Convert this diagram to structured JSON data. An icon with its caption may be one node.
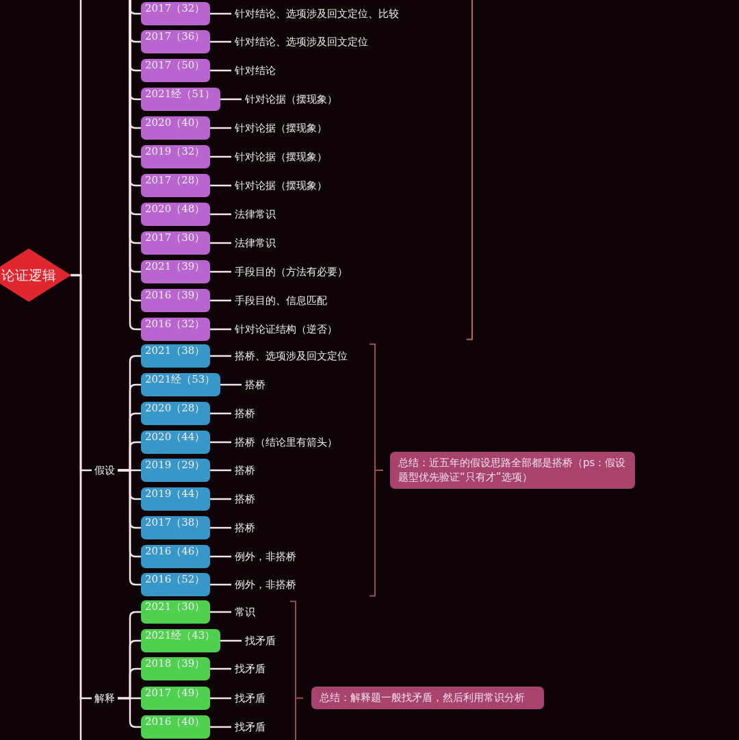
{
  "diagram": {
    "nodes": [
      {
        "text": [
          "论证逻辑"
        ]
      },
      {
        "text": [
          "2017（32）"
        ]
      },
      {
        "text": [
          "针对结论、选项涉及回文定位、比较"
        ]
      },
      {
        "text": [
          "2017（36）"
        ]
      },
      {
        "text": [
          "针对结论、选项涉及回文定位"
        ]
      },
      {
        "text": [
          "2017（50）"
        ]
      },
      {
        "text": [
          "针对结论"
        ]
      },
      {
        "text": [
          "2021经（51）"
        ]
      },
      {
        "text": [
          "针对论据（摆现象）"
        ]
      },
      {
        "text": [
          "2020（40）"
        ]
      },
      {
        "text": [
          "针对论据（摆现象）"
        ]
      },
      {
        "text": [
          "2019（32）"
        ]
      },
      {
        "text": [
          "针对论据（摆现象）"
        ]
      },
      {
        "text": [
          "2017（28）"
        ]
      },
      {
        "text": [
          "针对论据（摆现象）"
        ]
      },
      {
        "text": [
          "2020（48）"
        ]
      },
      {
        "text": [
          "法律常识"
        ]
      },
      {
        "text": [
          "2017（30）"
        ]
      },
      {
        "text": [
          "法律常识"
        ]
      },
      {
        "text": [
          "2021（39）"
        ]
      },
      {
        "text": [
          "手段目的（方法有必要）"
        ]
      },
      {
        "text": [
          "2016（39）"
        ]
      },
      {
        "text": [
          "手段目的、信息匹配"
        ]
      },
      {
        "text": [
          "2016（32）"
        ]
      },
      {
        "text": [
          "针对论证结构（逆否）"
        ]
      },
      {
        "text": [
          "假设"
        ]
      },
      {
        "text": [
          "2021（38）"
        ]
      },
      {
        "text": [
          "搭桥、选项涉及回文定位"
        ]
      },
      {
        "text": [
          "2021经（53）"
        ]
      },
      {
        "text": [
          "搭桥"
        ]
      },
      {
        "text": [
          "2020（28）"
        ]
      },
      {
        "text": [
          "搭桥"
        ]
      },
      {
        "text": [
          "2020（44）"
        ]
      },
      {
        "text": [
          "搭桥（结论里有箭头）"
        ]
      },
      {
        "text": [
          "2019（29）"
        ]
      },
      {
        "text": [
          "搭桥"
        ]
      },
      {
        "text": [
          "2019（44）"
        ]
      },
      {
        "text": [
          "搭桥"
        ]
      },
      {
        "text": [
          "2017（38）"
        ]
      },
      {
        "text": [
          "搭桥"
        ]
      },
      {
        "text": [
          "2016（46）"
        ]
      },
      {
        "text": [
          "例外，非搭桥"
        ]
      },
      {
        "text": [
          "2016（52）"
        ]
      },
      {
        "text": [
          "例外，非搭桥"
        ]
      },
      {
        "text": [
          "总结：近五年的假设思路全部都是搭桥（ps：假设题型优先验证“只有才”选项）"
        ]
      },
      {
        "text": [
          "解释"
        ]
      },
      {
        "text": [
          "2021（30）"
        ]
      },
      {
        "text": [
          "常识"
        ]
      },
      {
        "text": [
          "2021经（43）"
        ]
      },
      {
        "text": [
          "找矛盾"
        ]
      },
      {
        "text": [
          "2018（39）"
        ]
      },
      {
        "text": [
          "找矛盾"
        ]
      },
      {
        "text": [
          "2017（49）"
        ]
      },
      {
        "text": [
          "找矛盾"
        ]
      },
      {
        "text": [
          "2016（40）"
        ]
      },
      {
        "text": [
          "找矛盾"
        ]
      },
      {
        "text": [
          "总结：解释题一般找矛盾，然后利用常识分析"
        ]
      }
    ],
    "edges": [
      {
        "from": 0,
        "to": null,
        "arrow": "none"
      },
      {
        "from": 0,
        "to": 25,
        "arrow": "none"
      },
      {
        "from": 0,
        "to": 45,
        "arrow": "none"
      },
      {
        "from": 0,
        "to": null,
        "arrow": "none"
      },
      {
        "from": null,
        "to": 1,
        "arrow": "none"
      },
      {
        "from": null,
        "to": 3,
        "arrow": "none"
      },
      {
        "from": null,
        "to": 5,
        "arrow": "none"
      },
      {
        "from": null,
        "to": 7,
        "arrow": "none"
      },
      {
        "from": null,
        "to": 9,
        "arrow": "none"
      },
      {
        "from": null,
        "to": 11,
        "arrow": "none"
      },
      {
        "from": null,
        "to": 13,
        "arrow": "none"
      },
      {
        "from": null,
        "to": 15,
        "arrow": "none"
      },
      {
        "from": null,
        "to": 17,
        "arrow": "none"
      },
      {
        "from": null,
        "to": 19,
        "arrow": "none"
      },
      {
        "from": null,
        "to": 21,
        "arrow": "none"
      },
      {
        "from": null,
        "to": 23,
        "arrow": "none"
      },
      {
        "from": 1,
        "to": 2,
        "arrow": "none"
      },
      {
        "from": 3,
        "to": 4,
        "arrow": "none"
      },
      {
        "from": 5,
        "to": 6,
        "arrow": "none"
      },
      {
        "from": 7,
        "to": 8,
        "arrow": "none"
      },
      {
        "from": 9,
        "to": 10,
        "arrow": "none"
      },
      {
        "from": 11,
        "to": 12,
        "arrow": "none"
      },
      {
        "from": 13,
        "to": 14,
        "arrow": "none"
      },
      {
        "from": 15,
        "to": 16,
        "arrow": "none"
      },
      {
        "from": 17,
        "to": 18,
        "arrow": "none"
      },
      {
        "from": 19,
        "to": 20,
        "arrow": "none"
      },
      {
        "from": 21,
        "to": 22,
        "arrow": "none"
      },
      {
        "from": 23,
        "to": 24,
        "arrow": "none"
      },
      {
        "from": 25,
        "to": 26,
        "arrow": "none"
      },
      {
        "from": 25,
        "to": 28,
        "arrow": "none"
      },
      {
        "from": 25,
        "to": 30,
        "arrow": "none"
      },
      {
        "from": 25,
        "to": 32,
        "arrow": "none"
      },
      {
        "from": 25,
        "to": 34,
        "arrow": "none"
      },
      {
        "from": 25,
        "to": 36,
        "arrow": "none"
      },
      {
        "from": 25,
        "to": 38,
        "arrow": "none"
      },
      {
        "from": 25,
        "to": 40,
        "arrow": "none"
      },
      {
        "from": 25,
        "to": 42,
        "arrow": "none"
      },
      {
        "from": 26,
        "to": 27,
        "arrow": "none"
      },
      {
        "from": 28,
        "to": 29,
        "arrow": "none"
      },
      {
        "from": 30,
        "to": 31,
        "arrow": "none"
      },
      {
        "from": 32,
        "to": 33,
        "arrow": "none"
      },
      {
        "from": 34,
        "to": 35,
        "arrow": "none"
      },
      {
        "from": 36,
        "to": 37,
        "arrow": "none"
      },
      {
        "from": 38,
        "to": 39,
        "arrow": "none"
      },
      {
        "from": 40,
        "to": 41,
        "arrow": "none"
      },
      {
        "from": 42,
        "to": 43,
        "arrow": "none"
      },
      {
        "from": 45,
        "to": 46,
        "arrow": "none"
      },
      {
        "from": 45,
        "to": 48,
        "arrow": "none"
      },
      {
        "from": 45,
        "to": 50,
        "arrow": "none"
      },
      {
        "from": 45,
        "to": 52,
        "arrow": "none"
      },
      {
        "from": 45,
        "to": 54,
        "arrow": "none"
      },
      {
        "from": 46,
        "to": 47,
        "arrow": "none"
      },
      {
        "from": 48,
        "to": 49,
        "arrow": "none"
      },
      {
        "from": 50,
        "to": 51,
        "arrow": "none"
      },
      {
        "from": 52,
        "to": 53,
        "arrow": "none"
      },
      {
        "from": 54,
        "to": 55,
        "arrow": "none"
      }
    ]
  }
}
